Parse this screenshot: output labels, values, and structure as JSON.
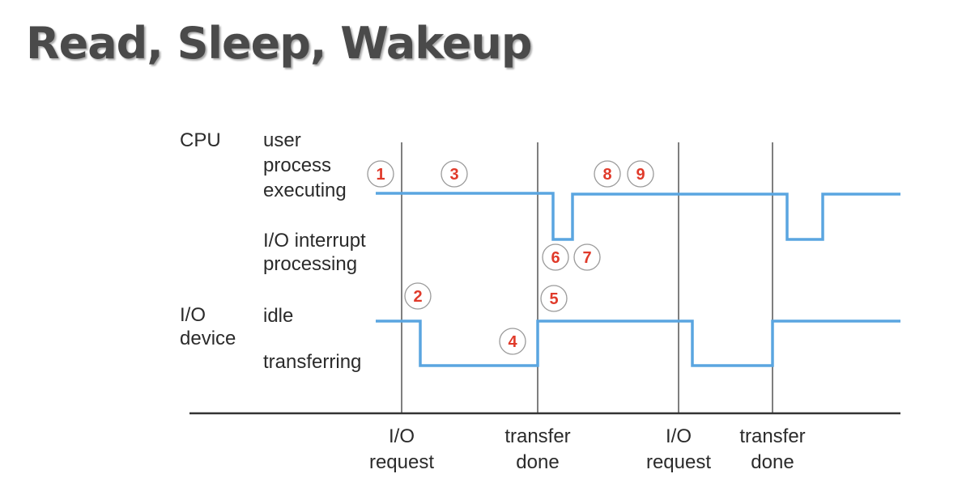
{
  "title": "Read, Sleep, Wakeup",
  "colors": {
    "signal": "#5aa5e0",
    "axis": "#333333",
    "vline": "#555555",
    "badge_number": "#e03a2a"
  },
  "labels": {
    "cpu": "CPU",
    "cpu_user_1": "user",
    "cpu_user_2": "process",
    "cpu_user_3": "executing",
    "cpu_intr_1": "I/O interrupt",
    "cpu_intr_2": "processing",
    "io_1": "I/O",
    "io_2": "device",
    "io_idle": "idle",
    "io_transferring": "transferring"
  },
  "events": [
    {
      "line1": "I/O",
      "line2": "request"
    },
    {
      "line1": "transfer",
      "line2": "done"
    },
    {
      "line1": "I/O",
      "line2": "request"
    },
    {
      "line1": "transfer",
      "line2": "done"
    }
  ],
  "badges": [
    "1",
    "2",
    "3",
    "4",
    "5",
    "6",
    "7",
    "8",
    "9"
  ]
}
